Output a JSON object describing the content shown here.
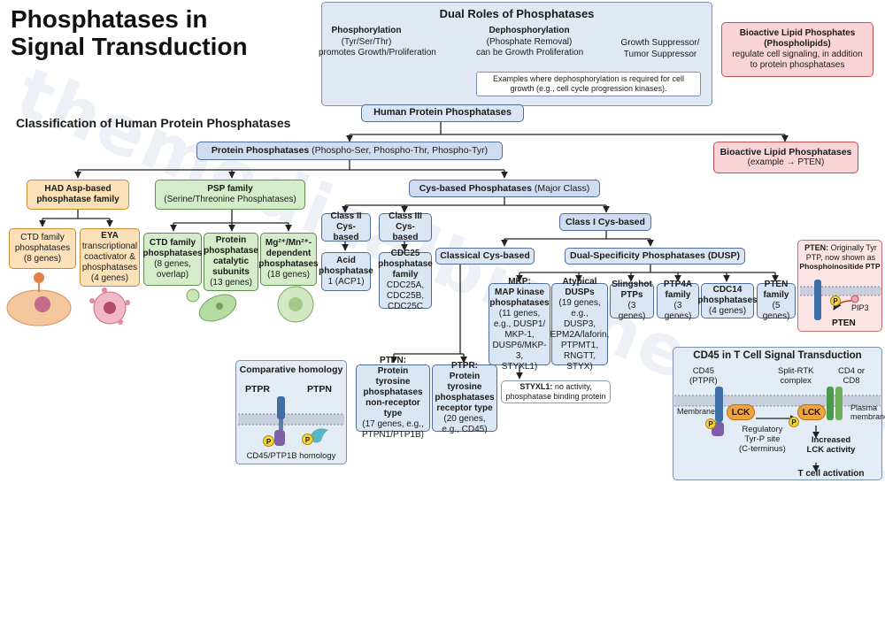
{
  "title_line1": "Phosphatases in",
  "title_line2": "Signal Transduction",
  "dual": {
    "heading": "Dual Roles of Phosphatases",
    "phos_title": "Phosphorylation",
    "phos_sub1": "(Tyr/Ser/Thr)",
    "phos_sub2": "promotes Growth/Proliferation",
    "dephos_title": "Dephosphorylation",
    "dephos_sub1": "(Phosphate Removal)",
    "dephos_sub2": "can be Growth Proliferation",
    "suppressor1": "Growth Suppressor/",
    "suppressor2": "Tumor Suppressor",
    "example_note": "Examples where dephosphorylation is required for cell growth (e.g., cell cycle progression kinases)."
  },
  "lipid_top": {
    "title1": "Bioactive Lipid Phosphates",
    "title2": "(Phospholipids)",
    "desc1": "regulate cell signaling, in addition",
    "desc2": "to protein phosphatases"
  },
  "classification_heading": "Classification of Human Protein Phosphatases",
  "root": "Human Protein Phosphatases",
  "protein": {
    "bold": "Protein Phosphatases",
    "rest": " (Phospho-Ser, Phospho-Thr, Phospho-Tyr)"
  },
  "lipid_branch": {
    "title": "Bioactive Lipid Phosphatases",
    "example": "(example → PTEN)"
  },
  "had": {
    "title1": "HAD Asp-based",
    "title2": "phosphatase family"
  },
  "ctd_had": {
    "l1": "CTD family",
    "l2": "phosphatases",
    "l3": "(8 genes)"
  },
  "eya": {
    "l1": "EYA",
    "l2": "transcriptional",
    "l3": "coactivator &",
    "l4": "phosphatases",
    "l5": "(4 genes)"
  },
  "psp": {
    "title": "PSP family",
    "sub": "(Serine/Threonine Phosphatases)"
  },
  "ctd_psp": {
    "l1": "CTD family",
    "l2": "phosphatases",
    "l3": "(8 genes,",
    "l4": "overlap)"
  },
  "ppcat": {
    "l1": "Protein",
    "l2": "phosphatase",
    "l3": "catalytic",
    "l4": "subunits",
    "l5": "(13 genes)"
  },
  "mg": {
    "l1": "Mg²⁺/Mn²⁺-",
    "l2": "dependent",
    "l3": "phosphatases",
    "l4": "(18 genes)"
  },
  "cys": {
    "bold": "Cys-based Phosphatases",
    "rest": " (Major Class)"
  },
  "class2": {
    "title1": "Class II",
    "title2": "Cys-based"
  },
  "acp1": {
    "l1": "Acid",
    "l2": "phosphatase",
    "l3": "1 (ACP1)"
  },
  "class3": {
    "title1": "Class III",
    "title2": "Cys-based"
  },
  "cdc25": {
    "l1": "CDC25",
    "l2": "phosphatase",
    "l3": "family",
    "l4": "CDC25A,",
    "l5": "CDC25B,",
    "l6": "CDC25C"
  },
  "class1": "Class I Cys-based",
  "classical": "Classical Cys-based",
  "dusp": "Dual-Specificity Phosphatases (DUSP)",
  "mkp": {
    "l1": "MKP:",
    "l2": "MAP kinase",
    "l3": "phosphatases",
    "l4": "(11 genes,",
    "l5": "e.g., DUSP1/",
    "l6": "MKP-1,",
    "l7": "DUSP6/MKP-3,",
    "l8": "STYXL1)"
  },
  "atypical": {
    "l1": "Atypical",
    "l2": "DUSPs",
    "l3": "(19 genes,",
    "l4": "e.g., DUSP3,",
    "l5": "EPM2A/laforin,",
    "l6": "PTPMT1,",
    "l7": "RNGTT,",
    "l8": "STYX)"
  },
  "slingshot": {
    "l1": "Slingshot",
    "l2": "PTPs",
    "l3": "(3 genes)"
  },
  "ptp4a": {
    "l1": "PTP4A",
    "l2": "family",
    "l3": "(3 genes)"
  },
  "cdc14": {
    "l1": "CDC14",
    "l2": "phosphatases",
    "l3": "(4 genes)"
  },
  "pten_fam": {
    "l1": "PTEN",
    "l2": "family",
    "l3": "(5 genes)"
  },
  "styxl1": {
    "bold": "STYXL1:",
    "rest": " no activity,",
    "l2": "phosphatase binding protein"
  },
  "ptpn": {
    "l1": "PTPN:",
    "l2": "Protein tyrosine",
    "l3": "phosphatases",
    "l4": "non-receptor type",
    "l5": "(17 genes, e.g.,",
    "l6": "PTPN1/PTP1B)"
  },
  "ptpr": {
    "l1": "PTPR:",
    "l2": "Protein tyrosine",
    "l3": "phosphatases",
    "l4": "receptor type",
    "l5": "(20 genes,",
    "l6": "e.g., CD45)"
  },
  "homology": {
    "title": "Comparative homology",
    "left": "PTPR",
    "right": "PTPN",
    "caption": "CD45/PTP1B homology",
    "p": "P"
  },
  "pten_panel": {
    "bold": "PTEN:",
    "l1": " Originally Tyr",
    "l2": "PTP, now shown as",
    "l3": "Phosphoinositide PTP",
    "pip3": "PIP3",
    "pten": "PTEN",
    "p": "P"
  },
  "cd45": {
    "title": "CD45 in T Cell Signal Transduction",
    "cd45_1": "CD45",
    "cd45_2": "(PTPR)",
    "split1": "Split-RTK",
    "split2": "complex",
    "cd4_1": "CD4 or",
    "cd4_2": "CD8",
    "membrane": "Membrane",
    "plasma1": "Plasma",
    "plasma2": "membrane",
    "lck": "LCK",
    "reg1": "Regulatory",
    "reg2": "Tyr-P site",
    "reg3": "(C-terminus)",
    "inc1": "Increased",
    "inc2": "LCK activity",
    "tcell": "T cell activation",
    "p": "P"
  },
  "watermark": "themedicalbiochemistrypage.org"
}
